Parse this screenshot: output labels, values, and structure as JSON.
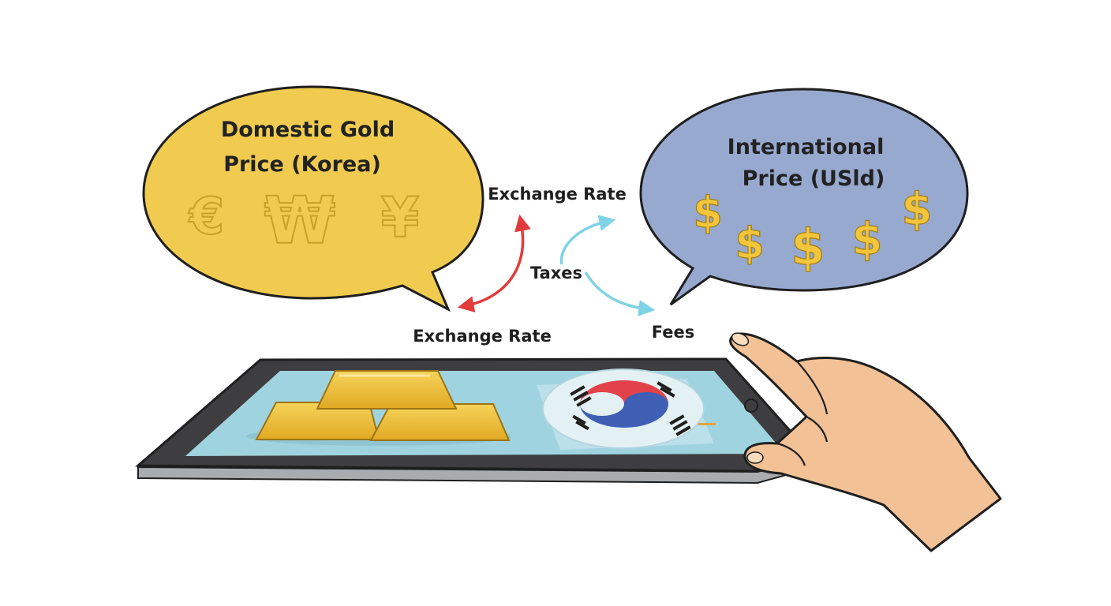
{
  "left_bubble": {
    "title_line1": "Domestic Gold",
    "title_line2": "Price (Korea)",
    "symbols": [
      "€",
      "₩",
      "¥"
    ],
    "fill": "#f0cb4f"
  },
  "right_bubble": {
    "title_line1": "International",
    "title_line2": "Price (USld)",
    "symbols": [
      "$",
      "$",
      "$",
      "$",
      "$"
    ],
    "fill": "#98a9cf"
  },
  "labels": {
    "exchange_rate_top": "Exchange Rate",
    "exchange_rate_bottom": "Exchange Rate",
    "taxes": "Taxes",
    "fees": "Fees"
  },
  "colors": {
    "arrow_red": "#e23b3b",
    "arrow_blue": "#7fd3e6",
    "gold": "#e8b830",
    "screen": "#9fd3df",
    "flag_red": "#e3424b",
    "flag_blue": "#3f5fb5",
    "skin": "#f2c196"
  },
  "icons": [
    "gold-bars-icon",
    "korean-flag-icon",
    "hand-pointer-icon",
    "tablet-device"
  ]
}
